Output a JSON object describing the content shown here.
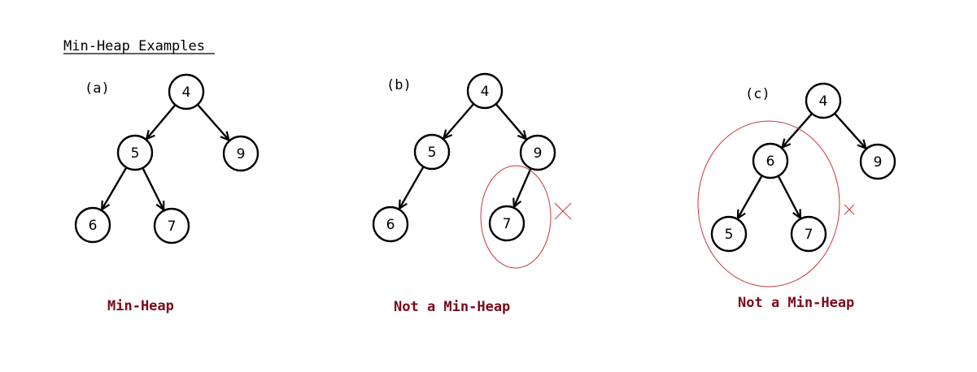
{
  "title": "Min-Heap Examples",
  "colors": {
    "caption": "#7a0a1a",
    "violation": "#c43c3c",
    "node_stroke": "#000000",
    "edge": "#000000"
  },
  "panels": [
    {
      "id": "a",
      "label": "(a)",
      "caption": "Min-Heap",
      "nodes": [
        {
          "id": "a-root",
          "value": "4"
        },
        {
          "id": "a-left",
          "value": "5"
        },
        {
          "id": "a-right",
          "value": "9"
        },
        {
          "id": "a-left-left",
          "value": "6"
        },
        {
          "id": "a-left-right",
          "value": "7"
        }
      ],
      "edges": [
        [
          "a-root",
          "a-left"
        ],
        [
          "a-root",
          "a-right"
        ],
        [
          "a-left",
          "a-left-left"
        ],
        [
          "a-left",
          "a-left-right"
        ]
      ],
      "violation": false
    },
    {
      "id": "b",
      "label": "(b)",
      "caption": "Not a Min-Heap",
      "nodes": [
        {
          "id": "b-root",
          "value": "4"
        },
        {
          "id": "b-left",
          "value": "5"
        },
        {
          "id": "b-right",
          "value": "9"
        },
        {
          "id": "b-left-left",
          "value": "6"
        },
        {
          "id": "b-right-left",
          "value": "7"
        }
      ],
      "edges": [
        [
          "b-root",
          "b-left"
        ],
        [
          "b-root",
          "b-right"
        ],
        [
          "b-left",
          "b-left-left"
        ],
        [
          "b-right",
          "b-right-left"
        ]
      ],
      "violation": true
    },
    {
      "id": "c",
      "label": "(c)",
      "caption": "Not a Min-Heap",
      "nodes": [
        {
          "id": "c-root",
          "value": "4"
        },
        {
          "id": "c-left",
          "value": "6"
        },
        {
          "id": "c-right",
          "value": "9"
        },
        {
          "id": "c-left-left",
          "value": "5"
        },
        {
          "id": "c-left-right",
          "value": "7"
        }
      ],
      "edges": [
        [
          "c-root",
          "c-left"
        ],
        [
          "c-root",
          "c-right"
        ],
        [
          "c-left",
          "c-left-left"
        ],
        [
          "c-left",
          "c-left-right"
        ]
      ],
      "violation": true
    }
  ]
}
